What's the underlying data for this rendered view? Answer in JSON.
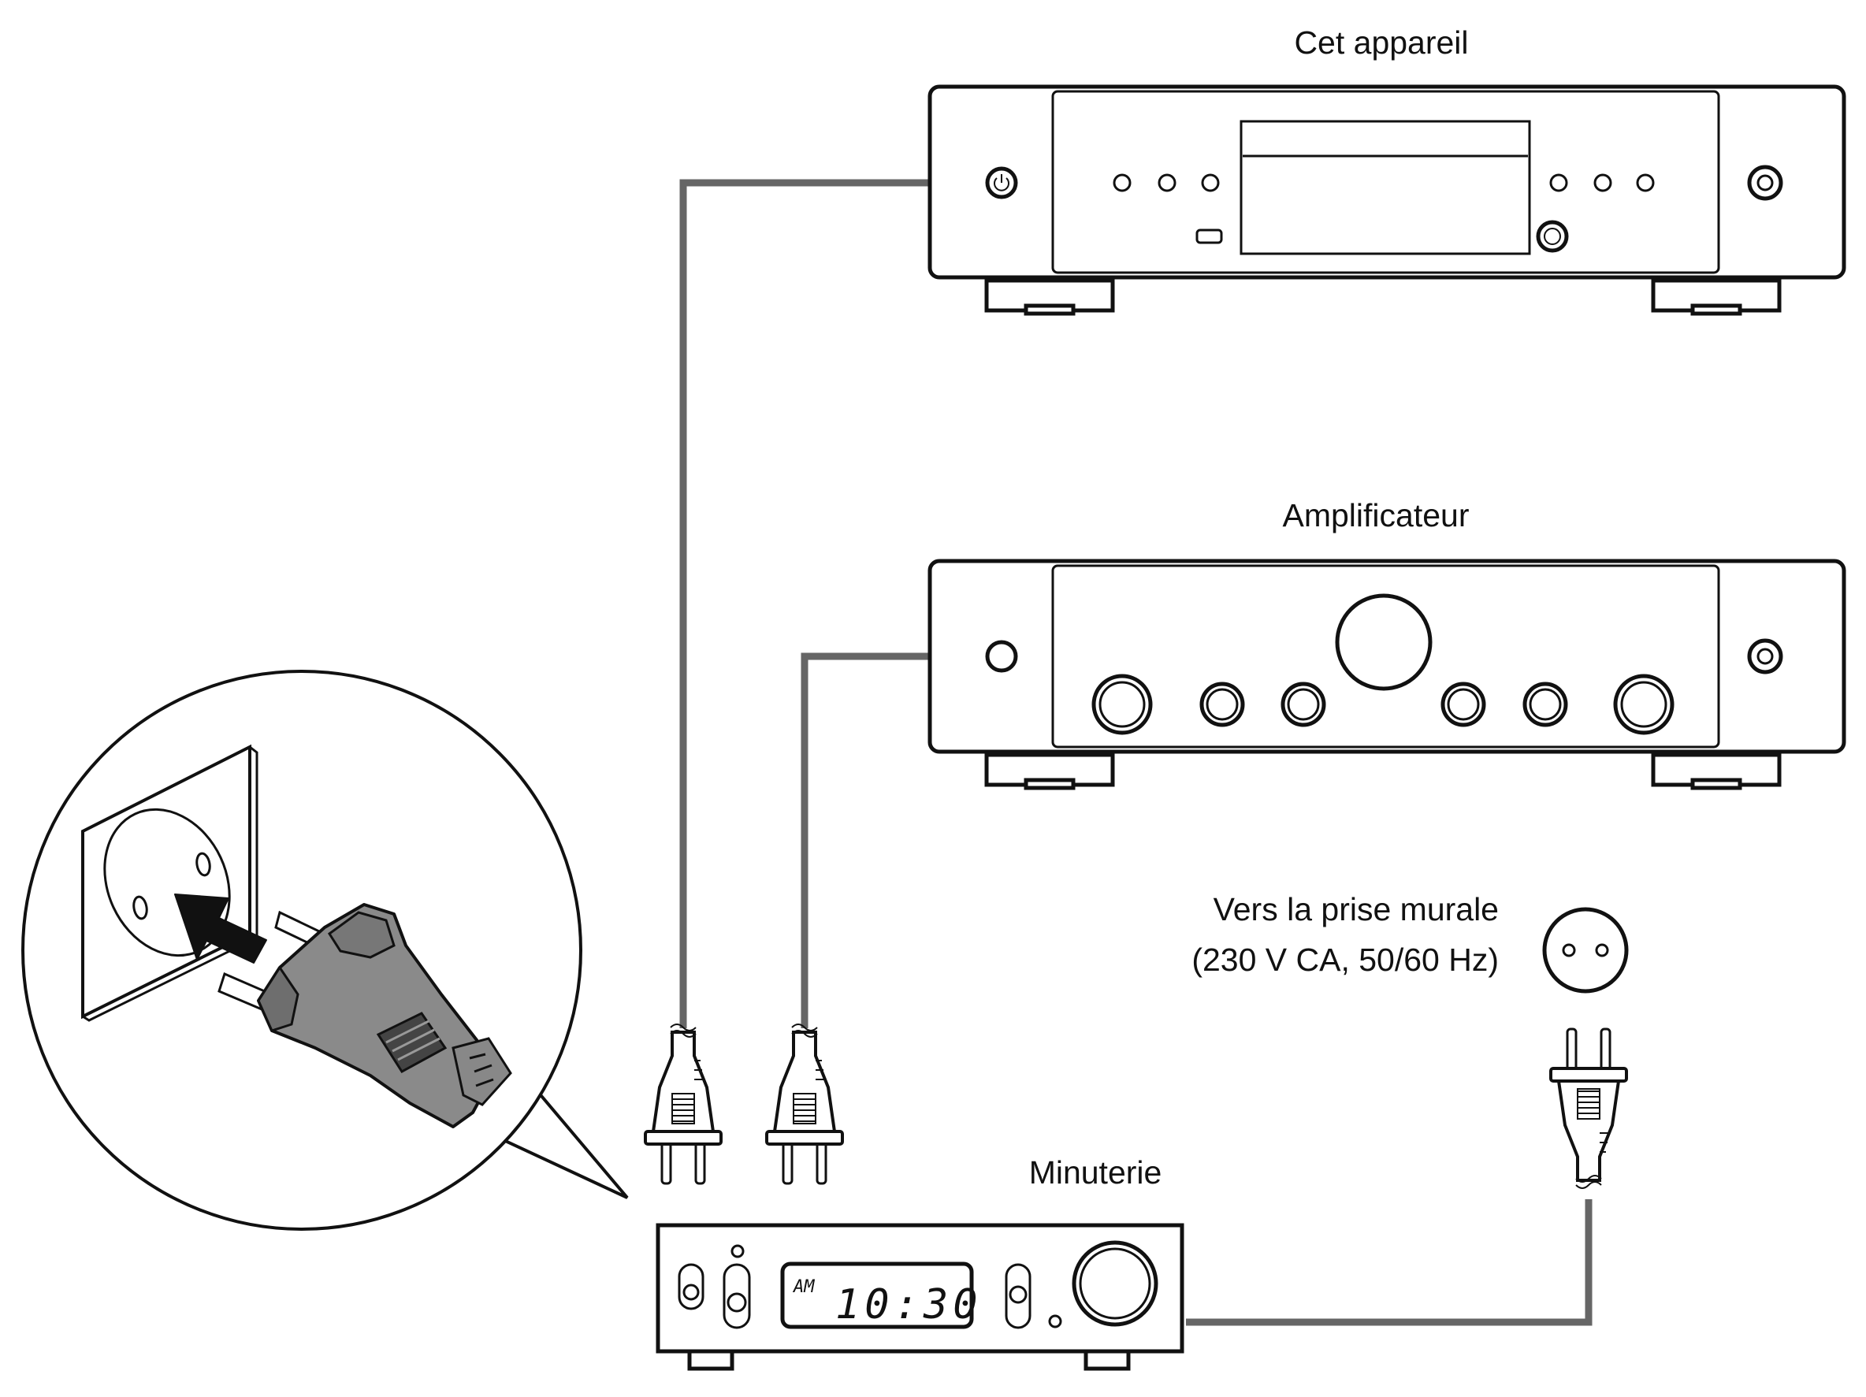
{
  "labels": {
    "device": "Cet appareil",
    "amplifier": "Amplificateur",
    "wall_outlet_line1": "Vers la prise murale",
    "wall_outlet_line2": "(230 V CA, 50/60 Hz)",
    "timer": "Minuterie"
  },
  "timer_display": {
    "am": "AM",
    "time": "10:30"
  },
  "icons": [
    "power-icon",
    "usb-port-icon",
    "wall-socket-icon",
    "plug-icon",
    "arrow-icon"
  ],
  "colors": {
    "line": "#111111",
    "cord": "#666666",
    "plug_gray": "#8a8a8a"
  }
}
